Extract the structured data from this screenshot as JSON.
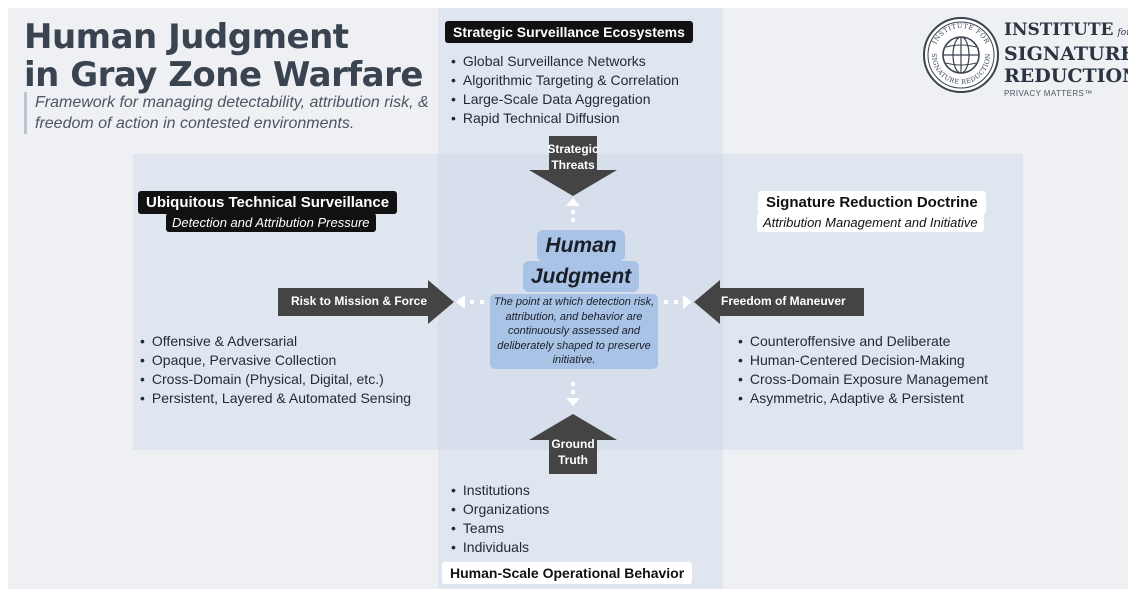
{
  "title": {
    "line1": "Human Judgment",
    "line2": "in Gray Zone Warfare"
  },
  "subtitle": "Framework for managing detectability, attribution risk, & freedom of action in contested environments.",
  "logo": {
    "line1": "INSTITUTE",
    "for": "for",
    "line2": "SIGNATURE",
    "line3": "REDUCTION",
    "tagline": "PRIVACY MATTERS™",
    "seal_text_top": "INSTITUTE FOR",
    "seal_text_bottom": "SIGNATURE REDUCTION"
  },
  "top": {
    "label": "Strategic Surveillance Ecosystems",
    "items": [
      "Global Surveillance Networks",
      "Algorithmic Targeting & Correlation",
      "Large-Scale Data Aggregation",
      "Rapid Technical Diffusion"
    ],
    "arrow_label_1": "Strategic",
    "arrow_label_2": "Threats"
  },
  "left": {
    "label": "Ubiquitous Technical Surveillance",
    "sublabel": "Detection and Attribution Pressure",
    "arrow_label": "Risk to Mission & Force",
    "items": [
      "Offensive & Adversarial",
      "Opaque, Pervasive Collection",
      "Cross-Domain (Physical, Digital, etc.)",
      "Persistent, Layered & Automated Sensing"
    ]
  },
  "right": {
    "label": "Signature Reduction Doctrine",
    "sublabel": "Attribution Management and Initiative",
    "arrow_label": "Freedom of Maneuver",
    "items": [
      "Counteroffensive and Deliberate",
      "Human-Centered Decision-Making",
      "Cross-Domain Exposure Management",
      "Asymmetric, Adaptive & Persistent"
    ]
  },
  "bottom": {
    "label": "Human-Scale Operational Behavior",
    "items": [
      "Institutions",
      "Organizations",
      "Teams",
      "Individuals"
    ],
    "arrow_label_1": "Ground",
    "arrow_label_2": "Truth"
  },
  "center": {
    "title_1": "Human",
    "title_2": "Judgment",
    "description": "The point at which detection risk, attribution, and behavior are continuously assessed and deliberately shaped to preserve initiative."
  },
  "colors": {
    "arrow": "#444444",
    "band": "#dfe6ef",
    "center_highlight": "#a8c3e6",
    "background": "#eef0f3"
  }
}
